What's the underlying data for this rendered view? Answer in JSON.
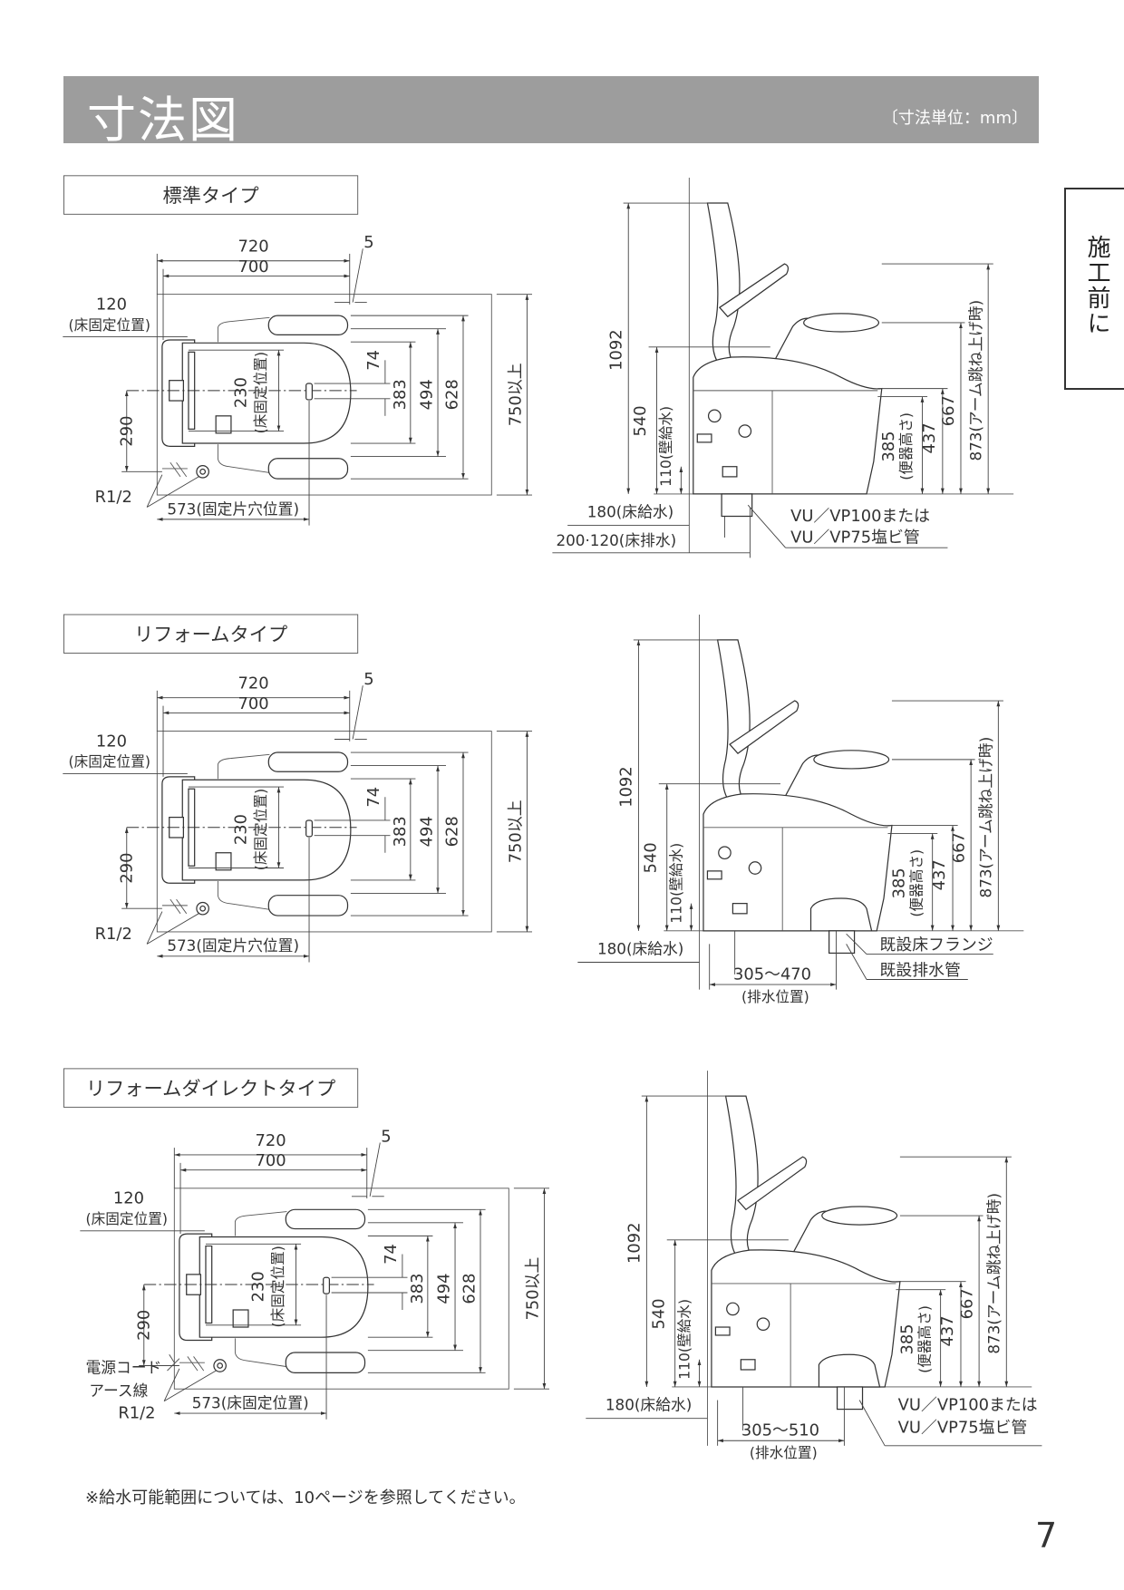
{
  "header": {
    "title": "寸法図",
    "unit_note": "〔寸法単位：mm〕"
  },
  "side_tab": "施工前に",
  "sections": [
    {
      "label": "標準タイプ",
      "plan": {
        "w720": "720",
        "w700": "700",
        "gap5": "5",
        "d120": "120",
        "d120_note": "(床固定位置)",
        "d230": "230",
        "d230_note": "(床固定位置)",
        "d74": "74",
        "d383": "383",
        "d494": "494",
        "d628": "628",
        "d750": "750以上",
        "d290": "290",
        "r12": "R1/2",
        "d573": "573(固定片穴位置)"
      },
      "side": {
        "h1092": "1092",
        "h540": "540",
        "h110": "110(壁給水)",
        "h385": "385",
        "h385_note": "(便器高さ)",
        "h437": "437",
        "h667": "667",
        "h873": "873(アーム跳ね上げ時)",
        "floor_supply": "180(床給水)",
        "floor_drain": "200·120(床排水)",
        "pipe1": "VU／VP100または",
        "pipe2": "VU／VP75塩ビ管"
      }
    },
    {
      "label": "リフォームタイプ",
      "plan": {
        "w720": "720",
        "w700": "700",
        "gap5": "5",
        "d120": "120",
        "d120_note": "(床固定位置)",
        "d230": "230",
        "d230_note": "(床固定位置)",
        "d74": "74",
        "d383": "383",
        "d494": "494",
        "d628": "628",
        "d750": "750以上",
        "d290": "290",
        "r12": "R1/2",
        "d573": "573(固定片穴位置)"
      },
      "side": {
        "h1092": "1092",
        "h540": "540",
        "h110": "110(壁給水)",
        "h385": "385",
        "h385_note": "(便器高さ)",
        "h437": "437",
        "h667": "667",
        "h873": "873(アーム跳ね上げ時)",
        "floor_supply": "180(床給水)",
        "flange": "既設床フランジ",
        "existing_pipe": "既設排水管",
        "drain_range": "305〜470",
        "drain_note": "(排水位置)"
      }
    },
    {
      "label": "リフォームダイレクトタイプ",
      "plan": {
        "w720": "720",
        "w700": "700",
        "gap5": "5",
        "d120": "120",
        "d120_note": "(床固定位置)",
        "d230": "230",
        "d230_note": "(床固定位置)",
        "d74": "74",
        "d383": "383",
        "d494": "494",
        "d628": "628",
        "d750": "750以上",
        "d290": "290",
        "power_cord": "電源コード",
        "earth": "アース線",
        "r12": "R1/2",
        "d573": "573(床固定位置)"
      },
      "side": {
        "h1092": "1092",
        "h540": "540",
        "h110": "110(壁給水)",
        "h385": "385",
        "h385_note": "(便器高さ)",
        "h437": "437",
        "h667": "667",
        "h873": "873(アーム跳ね上げ時)",
        "floor_supply": "180(床給水)",
        "drain_range": "305〜510",
        "drain_note": "(排水位置)",
        "pipe1": "VU／VP100または",
        "pipe2": "VU／VP75塩ビ管"
      }
    }
  ],
  "footnote": "※給水可能範囲については、10ページを参照してください。",
  "page_number": "7"
}
